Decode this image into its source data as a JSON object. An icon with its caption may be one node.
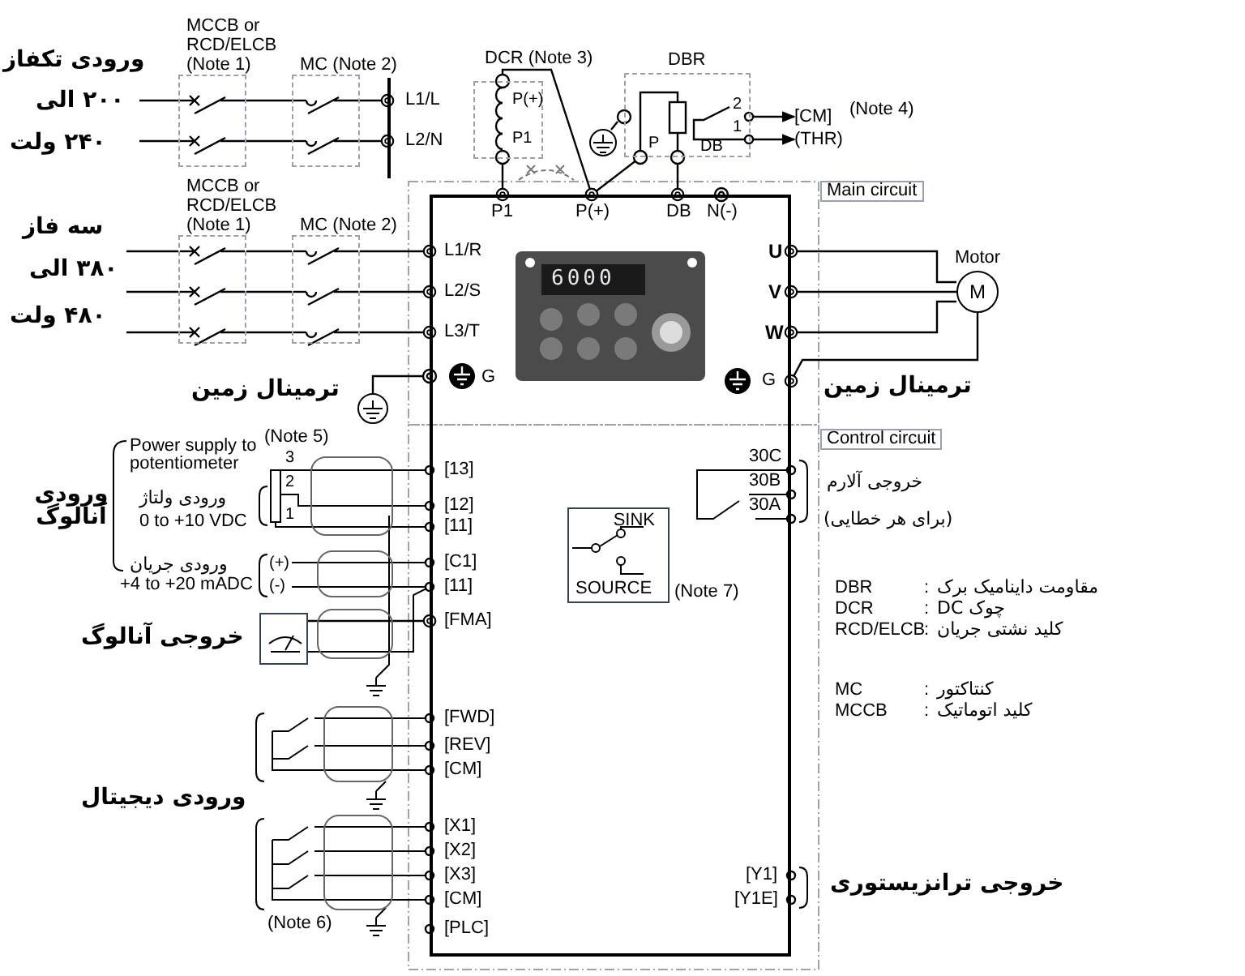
{
  "diagram": {
    "nodes": [
      {
        "text": [
          "MCCB or RCD/ELCB (Note 1)"
        ]
      },
      {
        "text": [
          "MC (Note 2)"
        ]
      },
      {
        "text": [
          "MCCB or RCD/ELCB (Note 1)"
        ]
      },
      {
        "text": [
          "MC (Note 2)"
        ]
      },
      {
        "text": [
          "DCR (Note 3)"
        ]
      },
      {
        "text": [
          "DBR"
        ]
      },
      {
        "text": [],
        "shape": "box"
      },
      {
        "text": [
          "M"
        ],
        "beside": [
          "Motor"
        ]
      },
      {
        "text": [
          "SINK",
          "SOURCE"
        ],
        "beside": [
          "(Note 7)"
        ],
        "in": 6
      },
      {
        "text": [],
        "shape": "picture"
      },
      {
        "text": [],
        "shape": "bar"
      },
      {
        "text": [
          "[CM]"
        ]
      },
      {
        "text": [
          "(THR)"
        ]
      }
    ],
    "edges": [
      {
        "from": null,
        "to": 0,
        "arrow": "none"
      },
      {
        "from": null,
        "to": 0,
        "arrow": "none"
      },
      {
        "from": 0,
        "to": 1,
        "arrow": "none"
      },
      {
        "from": 0,
        "to": 1,
        "arrow": "none"
      },
      {
        "from": 1,
        "to": 10,
        "arrow": "other"
      },
      {
        "from": 1,
        "to": 10,
        "arrow": "other"
      },
      {
        "from": null,
        "to": 2,
        "arrow": "none"
      },
      {
        "from": null,
        "to": 2,
        "arrow": "none"
      },
      {
        "from": null,
        "to": 2,
        "arrow": "none"
      },
      {
        "from": 2,
        "to": 3,
        "arrow": "none"
      },
      {
        "from": 2,
        "to": 3,
        "arrow": "none"
      },
      {
        "from": 2,
        "to": 3,
        "arrow": "none"
      },
      {
        "from": 3,
        "to": 6,
        "arrow": "other"
      },
      {
        "from": 3,
        "to": 6,
        "arrow": "other"
      },
      {
        "from": 3,
        "to": 6,
        "arrow": "other"
      },
      {
        "from": 4,
        "to": 6,
        "arrow": "other"
      },
      {
        "from": 4,
        "to": 6,
        "arrow": "other"
      },
      {
        "from": 5,
        "to": 6,
        "arrow": "other"
      },
      {
        "from": 5,
        "to": 6,
        "arrow": "other"
      },
      {
        "from": 5,
        "to": 11,
        "arrow": "to"
      },
      {
        "from": 5,
        "to": 12,
        "arrow": "to"
      },
      {
        "from": 7,
        "to": 6,
        "arrow": "other"
      },
      {
        "from": 7,
        "to": 6,
        "arrow": "other"
      },
      {
        "from": 7,
        "to": 6,
        "arrow": "other"
      },
      {
        "from": 7,
        "to": 6,
        "arrow": "other"
      },
      {
        "from": 9,
        "to": 6,
        "arrow": "other"
      }
    ],
    "labels": [
      "ورودی تکفاز",
      "۲۰۰ الی",
      "۲۴۰ ولت",
      "L1/L",
      "L2/N",
      "سه فاز",
      "۳۸۰ الی",
      "۴۸۰ ولت",
      "L1/R",
      "L2/S",
      "L3/T",
      "G",
      "ترمینال زمین",
      "P(+)",
      "P1",
      "P1",
      "P(+)",
      "DB",
      "N(-)",
      "Main circuit",
      "2",
      "1",
      "P",
      "DB",
      "(Note 4)",
      "6000",
      "U",
      "V",
      "W",
      "G",
      "ترمینال زمین",
      "(Note 5)",
      "Control circuit",
      "Power supply to potentiometer",
      "3",
      "2",
      "1",
      "ورودی ولتاژ",
      "0 to +10 VDC",
      "ورودی آنالوگ",
      "ورودی جریان",
      "+4 to +20 mADC",
      "(+)",
      "(-)",
      "[13]",
      "[12]",
      "[11]",
      "[C1]",
      "[11]",
      "[FMA]",
      "خروجی آنالوگ",
      "[FWD]",
      "[REV]",
      "[CM]",
      "ورودی دیجیتال",
      "[X1]",
      "[X2]",
      "[X3]",
      "[CM]",
      "(Note 6)",
      "[PLC]",
      "30C",
      "30B",
      "30A",
      "خروجی آلارم",
      "(برای هر خطایی)",
      "DBR",
      ":",
      "مقاومت داینامیک برک",
      "DCR",
      ":",
      "چوک DC",
      "RCD/ELCB",
      ":",
      "کلید نشتی جریان",
      "MC",
      ":",
      "کنتاکتور",
      "MCCB",
      ":",
      "کلید اتوماتیک",
      "[Y1]",
      "[Y1E]",
      "خروجی ترانزیستوری"
    ]
  }
}
